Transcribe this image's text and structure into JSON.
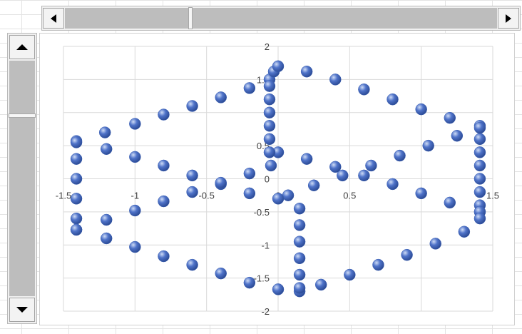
{
  "controls": {
    "hscroll": {
      "left_icon": "triangle-left-icon",
      "right_icon": "triangle-right-icon"
    },
    "vscroll": {
      "up_icon": "triangle-up-icon",
      "down_icon": "triangle-down-icon"
    }
  },
  "chart_data": {
    "type": "scatter",
    "title": "",
    "xlabel": "",
    "ylabel": "",
    "xlim": [
      -1.5,
      1.5
    ],
    "ylim": [
      -2,
      2
    ],
    "x_ticks": [
      -1.5,
      -1,
      -0.5,
      0,
      0.5,
      1,
      1.5
    ],
    "y_ticks": [
      -2,
      -1.5,
      -1,
      -0.5,
      0,
      0.5,
      1,
      1.5,
      2
    ],
    "x_tick_labels": [
      "-1.5",
      "-1",
      "-0.5",
      "0",
      "0.5",
      "1",
      "1.5"
    ],
    "y_tick_labels": [
      "-2",
      "-1.5",
      "-1",
      "-0.5",
      "0",
      "0.5",
      "1",
      "1.5",
      "2"
    ],
    "grid": true,
    "legend": "none",
    "marker_color": "#4f73c9",
    "series": [
      {
        "values": [
          {
            "x": -1.41,
            "y": 0.57
          },
          {
            "x": -1.21,
            "y": 0.7
          },
          {
            "x": -1.0,
            "y": 0.83
          },
          {
            "x": -0.8,
            "y": 0.97
          },
          {
            "x": -0.6,
            "y": 1.1
          },
          {
            "x": -0.4,
            "y": 1.23
          },
          {
            "x": -0.2,
            "y": 1.37
          },
          {
            "x": -0.06,
            "y": 1.5
          },
          {
            "x": -0.03,
            "y": 1.62
          },
          {
            "x": 0.0,
            "y": 1.7
          },
          {
            "x": 0.2,
            "y": 1.62
          },
          {
            "x": 0.4,
            "y": 1.5
          },
          {
            "x": 0.6,
            "y": 1.35
          },
          {
            "x": 0.8,
            "y": 1.2
          },
          {
            "x": 1.0,
            "y": 1.05
          },
          {
            "x": 1.2,
            "y": 0.92
          },
          {
            "x": 1.41,
            "y": 0.8
          },
          {
            "x": 1.41,
            "y": 0.6
          },
          {
            "x": 1.41,
            "y": 0.4
          },
          {
            "x": 1.41,
            "y": 0.2
          },
          {
            "x": 1.41,
            "y": 0.0
          },
          {
            "x": 1.41,
            "y": -0.2
          },
          {
            "x": 1.41,
            "y": -0.4
          },
          {
            "x": 1.41,
            "y": -0.5
          },
          {
            "x": 1.41,
            "y": 0.77
          },
          {
            "x": 1.25,
            "y": 0.65
          },
          {
            "x": 1.05,
            "y": 0.5
          },
          {
            "x": 0.85,
            "y": 0.35
          },
          {
            "x": 0.65,
            "y": 0.2
          },
          {
            "x": 0.45,
            "y": 0.05
          },
          {
            "x": 0.25,
            "y": -0.1
          },
          {
            "x": 0.07,
            "y": -0.25
          },
          {
            "x": 0.0,
            "y": -0.3
          },
          {
            "x": -0.2,
            "y": -0.22
          },
          {
            "x": -0.4,
            "y": -0.08
          },
          {
            "x": -0.6,
            "y": 0.05
          },
          {
            "x": -0.8,
            "y": 0.2
          },
          {
            "x": -1.0,
            "y": 0.33
          },
          {
            "x": -1.2,
            "y": 0.45
          },
          {
            "x": -1.41,
            "y": 0.55
          },
          {
            "x": -1.41,
            "y": 0.3
          },
          {
            "x": -1.41,
            "y": 0.0
          },
          {
            "x": -1.41,
            "y": -0.3
          },
          {
            "x": -1.41,
            "y": -0.6
          },
          {
            "x": -1.41,
            "y": -0.77
          },
          {
            "x": -1.2,
            "y": -0.62
          },
          {
            "x": -1.0,
            "y": -0.48
          },
          {
            "x": -0.8,
            "y": -0.34
          },
          {
            "x": -0.6,
            "y": -0.2
          },
          {
            "x": -0.4,
            "y": -0.06
          },
          {
            "x": -0.2,
            "y": 0.08
          },
          {
            "x": -0.05,
            "y": 0.2
          },
          {
            "x": 0.0,
            "y": 0.4
          },
          {
            "x": 0.2,
            "y": 0.3
          },
          {
            "x": 0.4,
            "y": 0.18
          },
          {
            "x": 0.6,
            "y": 0.05
          },
          {
            "x": 0.8,
            "y": -0.08
          },
          {
            "x": 1.0,
            "y": -0.22
          },
          {
            "x": 1.2,
            "y": -0.36
          },
          {
            "x": 1.41,
            "y": -0.5
          },
          {
            "x": -1.41,
            "y": -0.77
          },
          {
            "x": -1.2,
            "y": -0.9
          },
          {
            "x": -1.0,
            "y": -1.03
          },
          {
            "x": -0.8,
            "y": -1.17
          },
          {
            "x": -0.6,
            "y": -1.3
          },
          {
            "x": -0.4,
            "y": -1.43
          },
          {
            "x": -0.2,
            "y": -1.57
          },
          {
            "x": 0.0,
            "y": -1.67
          },
          {
            "x": 0.15,
            "y": -1.7
          },
          {
            "x": 0.3,
            "y": -1.6
          },
          {
            "x": 0.5,
            "y": -1.45
          },
          {
            "x": 0.7,
            "y": -1.3
          },
          {
            "x": 0.9,
            "y": -1.15
          },
          {
            "x": 1.1,
            "y": -0.98
          },
          {
            "x": 1.3,
            "y": -0.8
          },
          {
            "x": 1.41,
            "y": -0.6
          },
          {
            "x": -0.06,
            "y": 1.4
          },
          {
            "x": -0.06,
            "y": 1.2
          },
          {
            "x": -0.06,
            "y": 1.0
          },
          {
            "x": -0.06,
            "y": 0.8
          },
          {
            "x": -0.06,
            "y": 0.6
          },
          {
            "x": -0.06,
            "y": 0.4
          },
          {
            "x": 0.15,
            "y": -0.45
          },
          {
            "x": 0.15,
            "y": -0.7
          },
          {
            "x": 0.15,
            "y": -0.95
          },
          {
            "x": 0.15,
            "y": -1.2
          },
          {
            "x": 0.15,
            "y": -1.45
          },
          {
            "x": 0.15,
            "y": -1.65
          }
        ]
      }
    ]
  }
}
